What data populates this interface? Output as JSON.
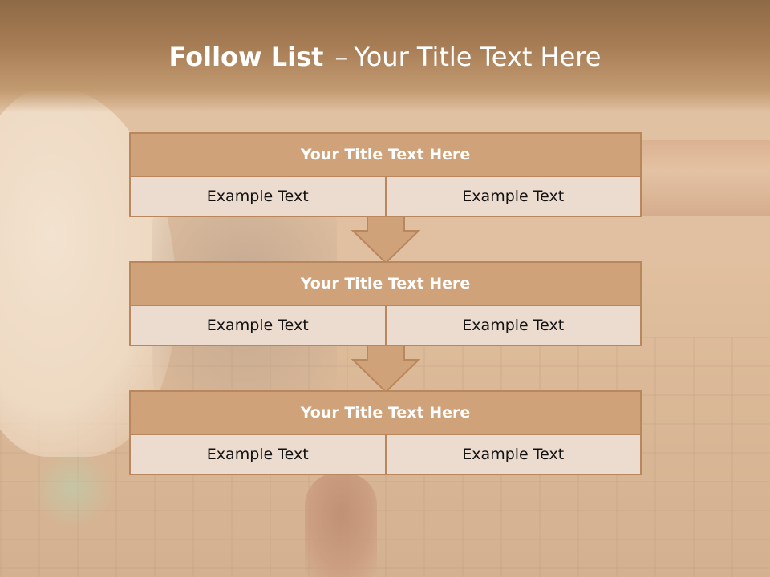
{
  "slide": {
    "title_bold": "Follow List",
    "title_sep": "–",
    "title_rest": "Your Title Text Here"
  },
  "flow": [
    {
      "heading": "Your Title Text Here",
      "left": "Example Text",
      "right": "Example Text"
    },
    {
      "heading": "Your Title Text Here",
      "left": "Example Text",
      "right": "Example Text"
    },
    {
      "heading": "Your Title Text Here",
      "left": "Example Text",
      "right": "Example Text"
    }
  ],
  "colors": {
    "header_fill": "#cfa27a",
    "cell_fill": "#ecdcd0",
    "border": "#b8875d",
    "title_text": "#ffffff"
  }
}
